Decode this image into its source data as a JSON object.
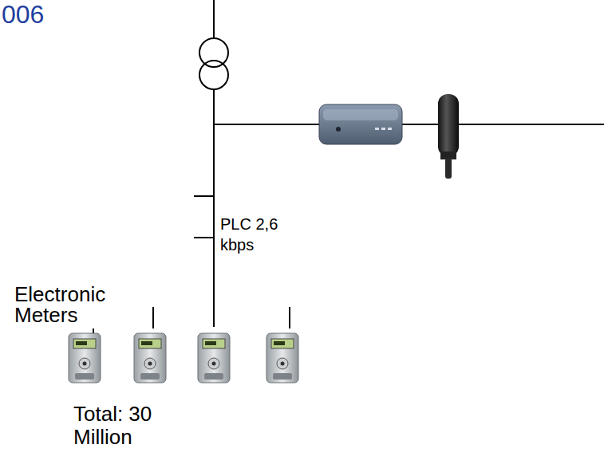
{
  "diagram": {
    "title": "006",
    "labels": [
      "PLC 2,6 kbps",
      "Electronic Meters",
      "Total: 30 Million"
    ]
  }
}
